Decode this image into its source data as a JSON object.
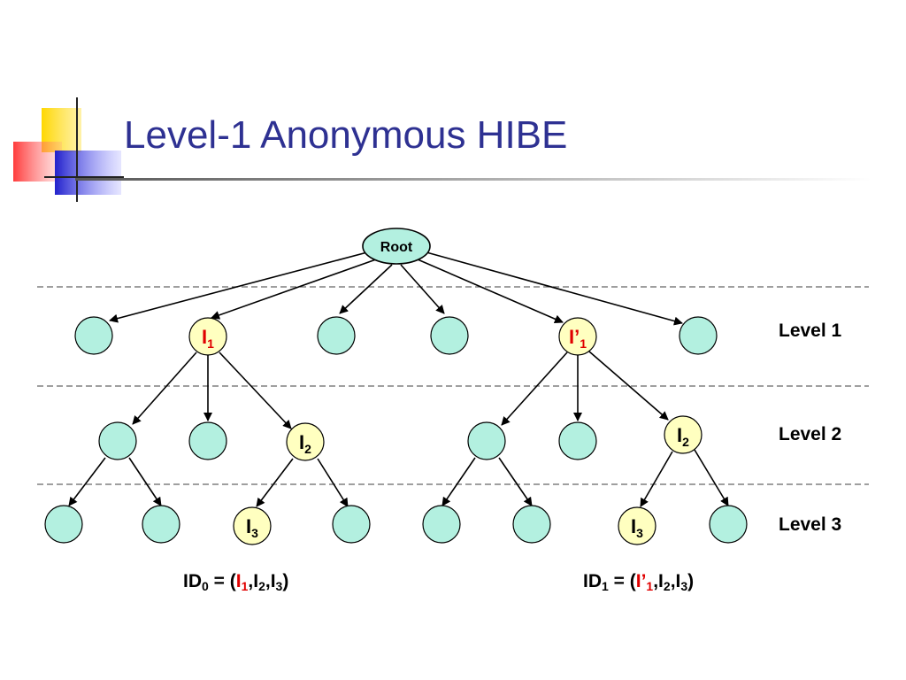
{
  "title": "Level-1 Anonymous HIBE",
  "root_label": "Root",
  "levels": [
    "Level 1",
    "Level 2",
    "Level 3"
  ],
  "node_labels": {
    "I1": {
      "main": "I",
      "sub": "1"
    },
    "Ip1": {
      "main": "I’",
      "sub": "1"
    },
    "I2": {
      "main": "I",
      "sub": "2"
    },
    "I3": {
      "main": "I",
      "sub": "3"
    }
  },
  "identities": [
    {
      "prefix": "ID",
      "prefix_sub": "0",
      "eq": " = (",
      "first_main": "I",
      "first_sub": "1",
      "sep1": ",",
      "second_main": "I",
      "second_sub": "2",
      "sep2": ",",
      "third_main": "I",
      "third_sub": "3",
      "close": ")"
    },
    {
      "prefix": "ID",
      "prefix_sub": "1",
      "eq": " = (",
      "first_main": "I’",
      "first_sub": "1",
      "sep1": ",",
      "second_main": "I",
      "second_sub": "2",
      "sep2": ",",
      "third_main": "I",
      "third_sub": "3",
      "close": ")"
    }
  ],
  "colors": {
    "title": "#2e3192",
    "plain_node": "#b3f0e0",
    "highlight_node": "#ffffc0",
    "highlight_text": "#e00000",
    "deco_yellow": "#ffd700",
    "deco_red": "#ff3b3b",
    "deco_blue": "#3333cc"
  }
}
